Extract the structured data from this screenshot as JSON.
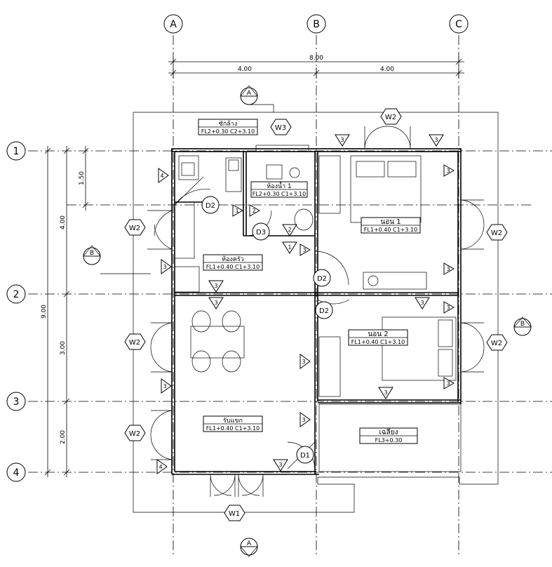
{
  "grid": {
    "columns": [
      "A",
      "B",
      "C"
    ],
    "rows": [
      "1",
      "2",
      "3",
      "4"
    ]
  },
  "dimensions": {
    "overall_width": "8.00",
    "bay_left": "4.00",
    "bay_right": "4.00",
    "overall_depth": "9.00",
    "row_1_2": "4.00",
    "row_2_3": "3.00",
    "row_3_4": "2.00",
    "sub_1_50": "1.50"
  },
  "rooms": {
    "laundry": {
      "name": "ซักล้าง",
      "level": "FL2+0.30  C2+3.10"
    },
    "bathroom": {
      "name": "ห้องน้ำ 1",
      "level": "FL2+0.30  C1+3.10"
    },
    "bedroom1": {
      "name": "นอน 1",
      "level": "FL1+0.40  C1+3.10"
    },
    "kitchen": {
      "name": "ห้องครัว",
      "level": "FL1+0.40  C1+3.10"
    },
    "bedroom2": {
      "name": "นอน 2",
      "level": "FL1+0.40  C1+3.10"
    },
    "living": {
      "name": "รับแขก",
      "level": "FL1+0.40  C1+3.10"
    },
    "terrace": {
      "name": "เฉลียง",
      "level": "FL3+0.30"
    }
  },
  "tags": {
    "w1": "W1",
    "w2": "W2",
    "w3": "W3",
    "d1": "D1",
    "d2": "D2",
    "d3": "D3",
    "section_a": "A",
    "section_b": "B",
    "n1": "1",
    "n2": "2",
    "n3": "3",
    "n4": "4"
  }
}
